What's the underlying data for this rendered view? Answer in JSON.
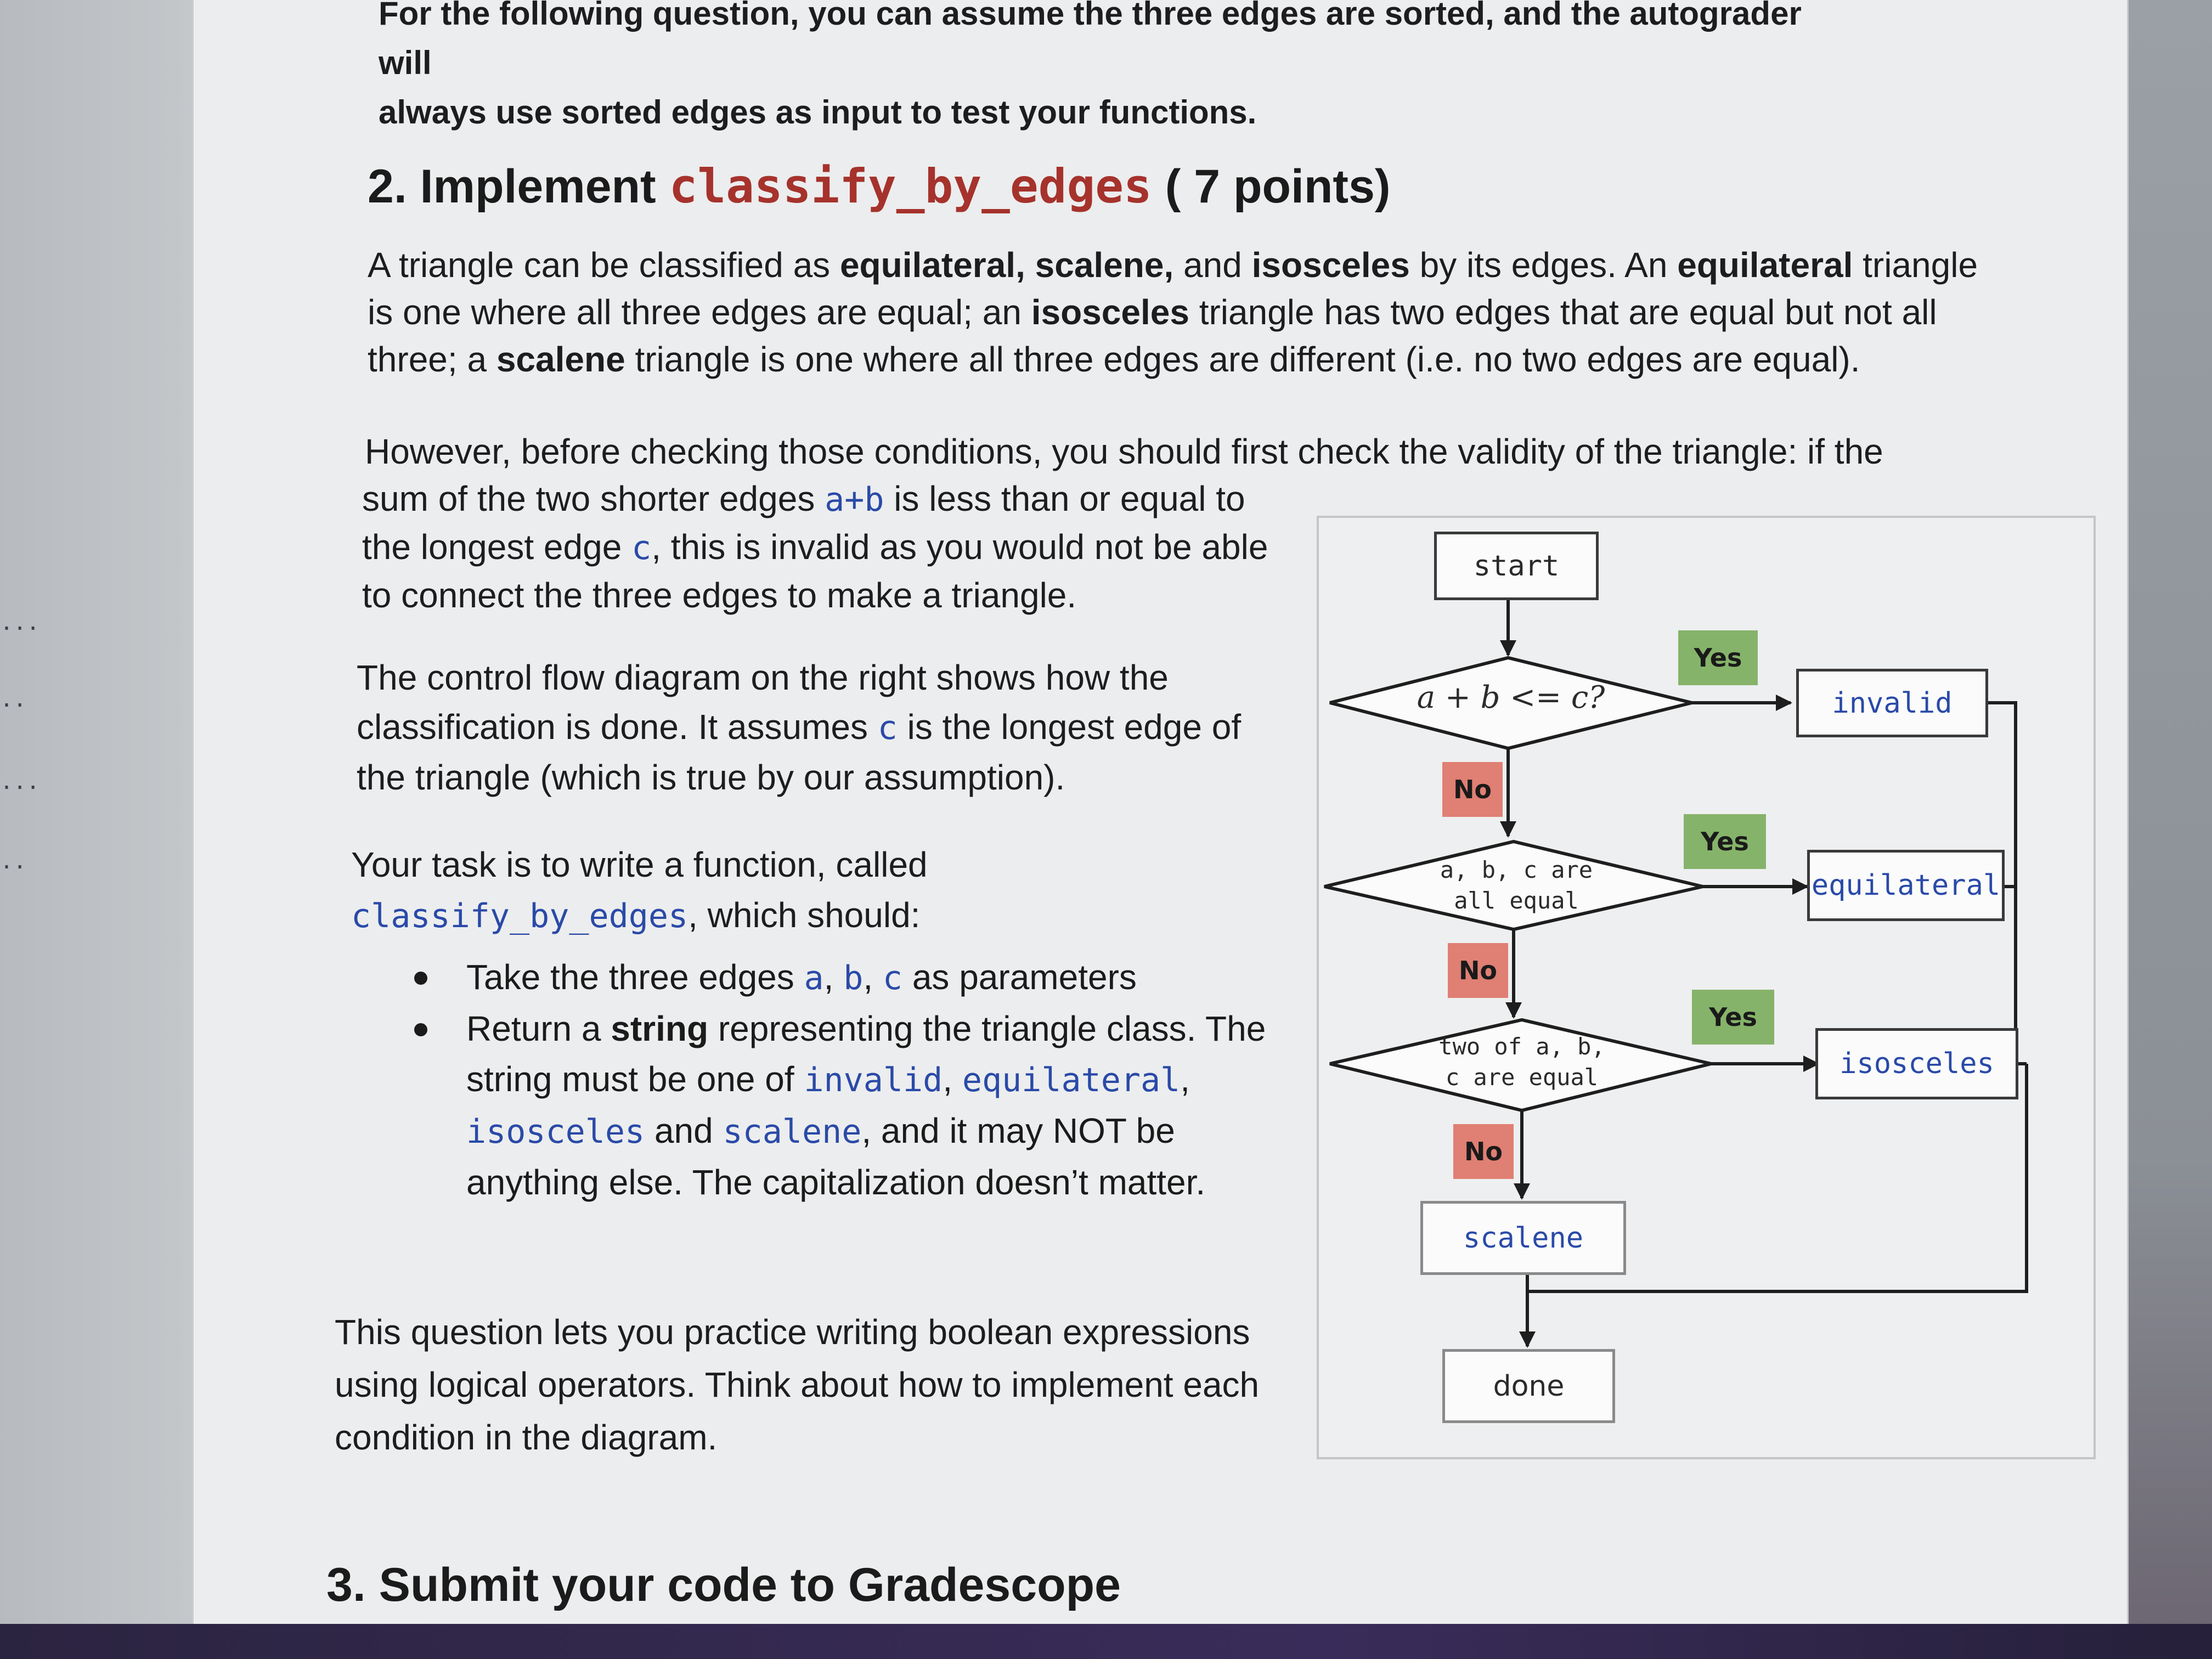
{
  "page": {
    "intro_line1": "For the following question, you can assume the three edges are sorted, and the autograder will",
    "intro_line2": "always use sorted edges as input to test your functions."
  },
  "q2": {
    "heading_prefix": "2. Implement ",
    "heading_func": "classify_by_edges",
    "heading_suffix": " ( 7 points)",
    "p1": {
      "t1": "A triangle can be classified as ",
      "b1": "equilateral, scalene,",
      "t2": " and ",
      "b2": "isosceles",
      "t3": " by its edges. An ",
      "b3": "equilateral",
      "t4": " triangle is one where all three edges are equal; an ",
      "b4": "isosceles",
      "t5": " triangle has two edges that are equal but not all three; a ",
      "b5": "scalene",
      "t6": " triangle is one where all three edges are different (i.e. no two edges are equal)."
    },
    "p2": {
      "line1": "However, before checking those conditions, you should first check the validity of the triangle: if the",
      "t1": "sum of the two shorter edges ",
      "c1": "a+b",
      "t2": " is less than or equal to the longest edge ",
      "c2": "c",
      "t3": ", this is invalid as you would not be able to connect the three edges to make a triangle."
    },
    "p3": {
      "t1": "The control flow diagram on the right shows how the classification is done. It assumes ",
      "c1": "c",
      "t2": " is the longest edge of the triangle (which is true by our assumption)."
    },
    "p4": {
      "t1": "Your task is to write a function, called",
      "c1": "classify_by_edges",
      "t2": ", which should:"
    },
    "bullets": {
      "b1_t1": "Take the three edges ",
      "b1_c1": "a",
      "b1_c2": "b",
      "b1_c3": "c",
      "b1_t2": " as parameters",
      "b2_t1": "Return a ",
      "b2_b1": "string",
      "b2_t2": " representing the triangle class. The string must be one of ",
      "b2_c1": "invalid",
      "b2_c2": "equilateral",
      "b2_c3": "isosceles",
      "b2_t3": " and ",
      "b2_c4": "scalene",
      "b2_t4": ", and it may NOT be anything else. The capitalization doesn’t matter."
    },
    "p5": "This question lets you practice writing boolean expressions using logical operators. Think about how to implement each condition in the diagram."
  },
  "q3": {
    "heading": "3. Submit your code to Gradescope"
  },
  "flowchart": {
    "start": "start",
    "cond1": "a + b <= c?",
    "cond2_line1": "a, b, c are",
    "cond2_line2": "all equal",
    "cond3_line1": "two of a, b,",
    "cond3_line2": "c are equal",
    "yes": "Yes",
    "no": "No",
    "out_invalid": "invalid",
    "out_equilateral": "equilateral",
    "out_isosceles": "isosceles",
    "out_scalene": "scalene",
    "done": "done"
  }
}
